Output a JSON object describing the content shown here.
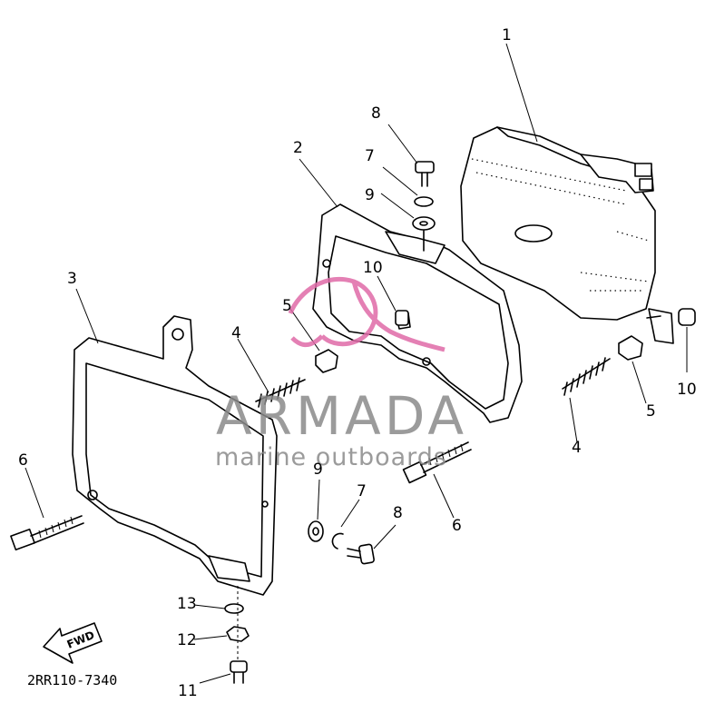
{
  "diagram": {
    "part_code": "2RR110-7340",
    "direction_label": "FWD",
    "callouts": [
      "1",
      "2",
      "3",
      "4",
      "4",
      "5",
      "5",
      "6",
      "6",
      "7",
      "7",
      "8",
      "8",
      "9",
      "9",
      "10",
      "10",
      "11",
      "12",
      "13"
    ]
  },
  "watermark": {
    "title": "ARMADA",
    "subtitle": "marine outboards",
    "color": "#e06aa8",
    "text_color": "#8a8a8a"
  }
}
